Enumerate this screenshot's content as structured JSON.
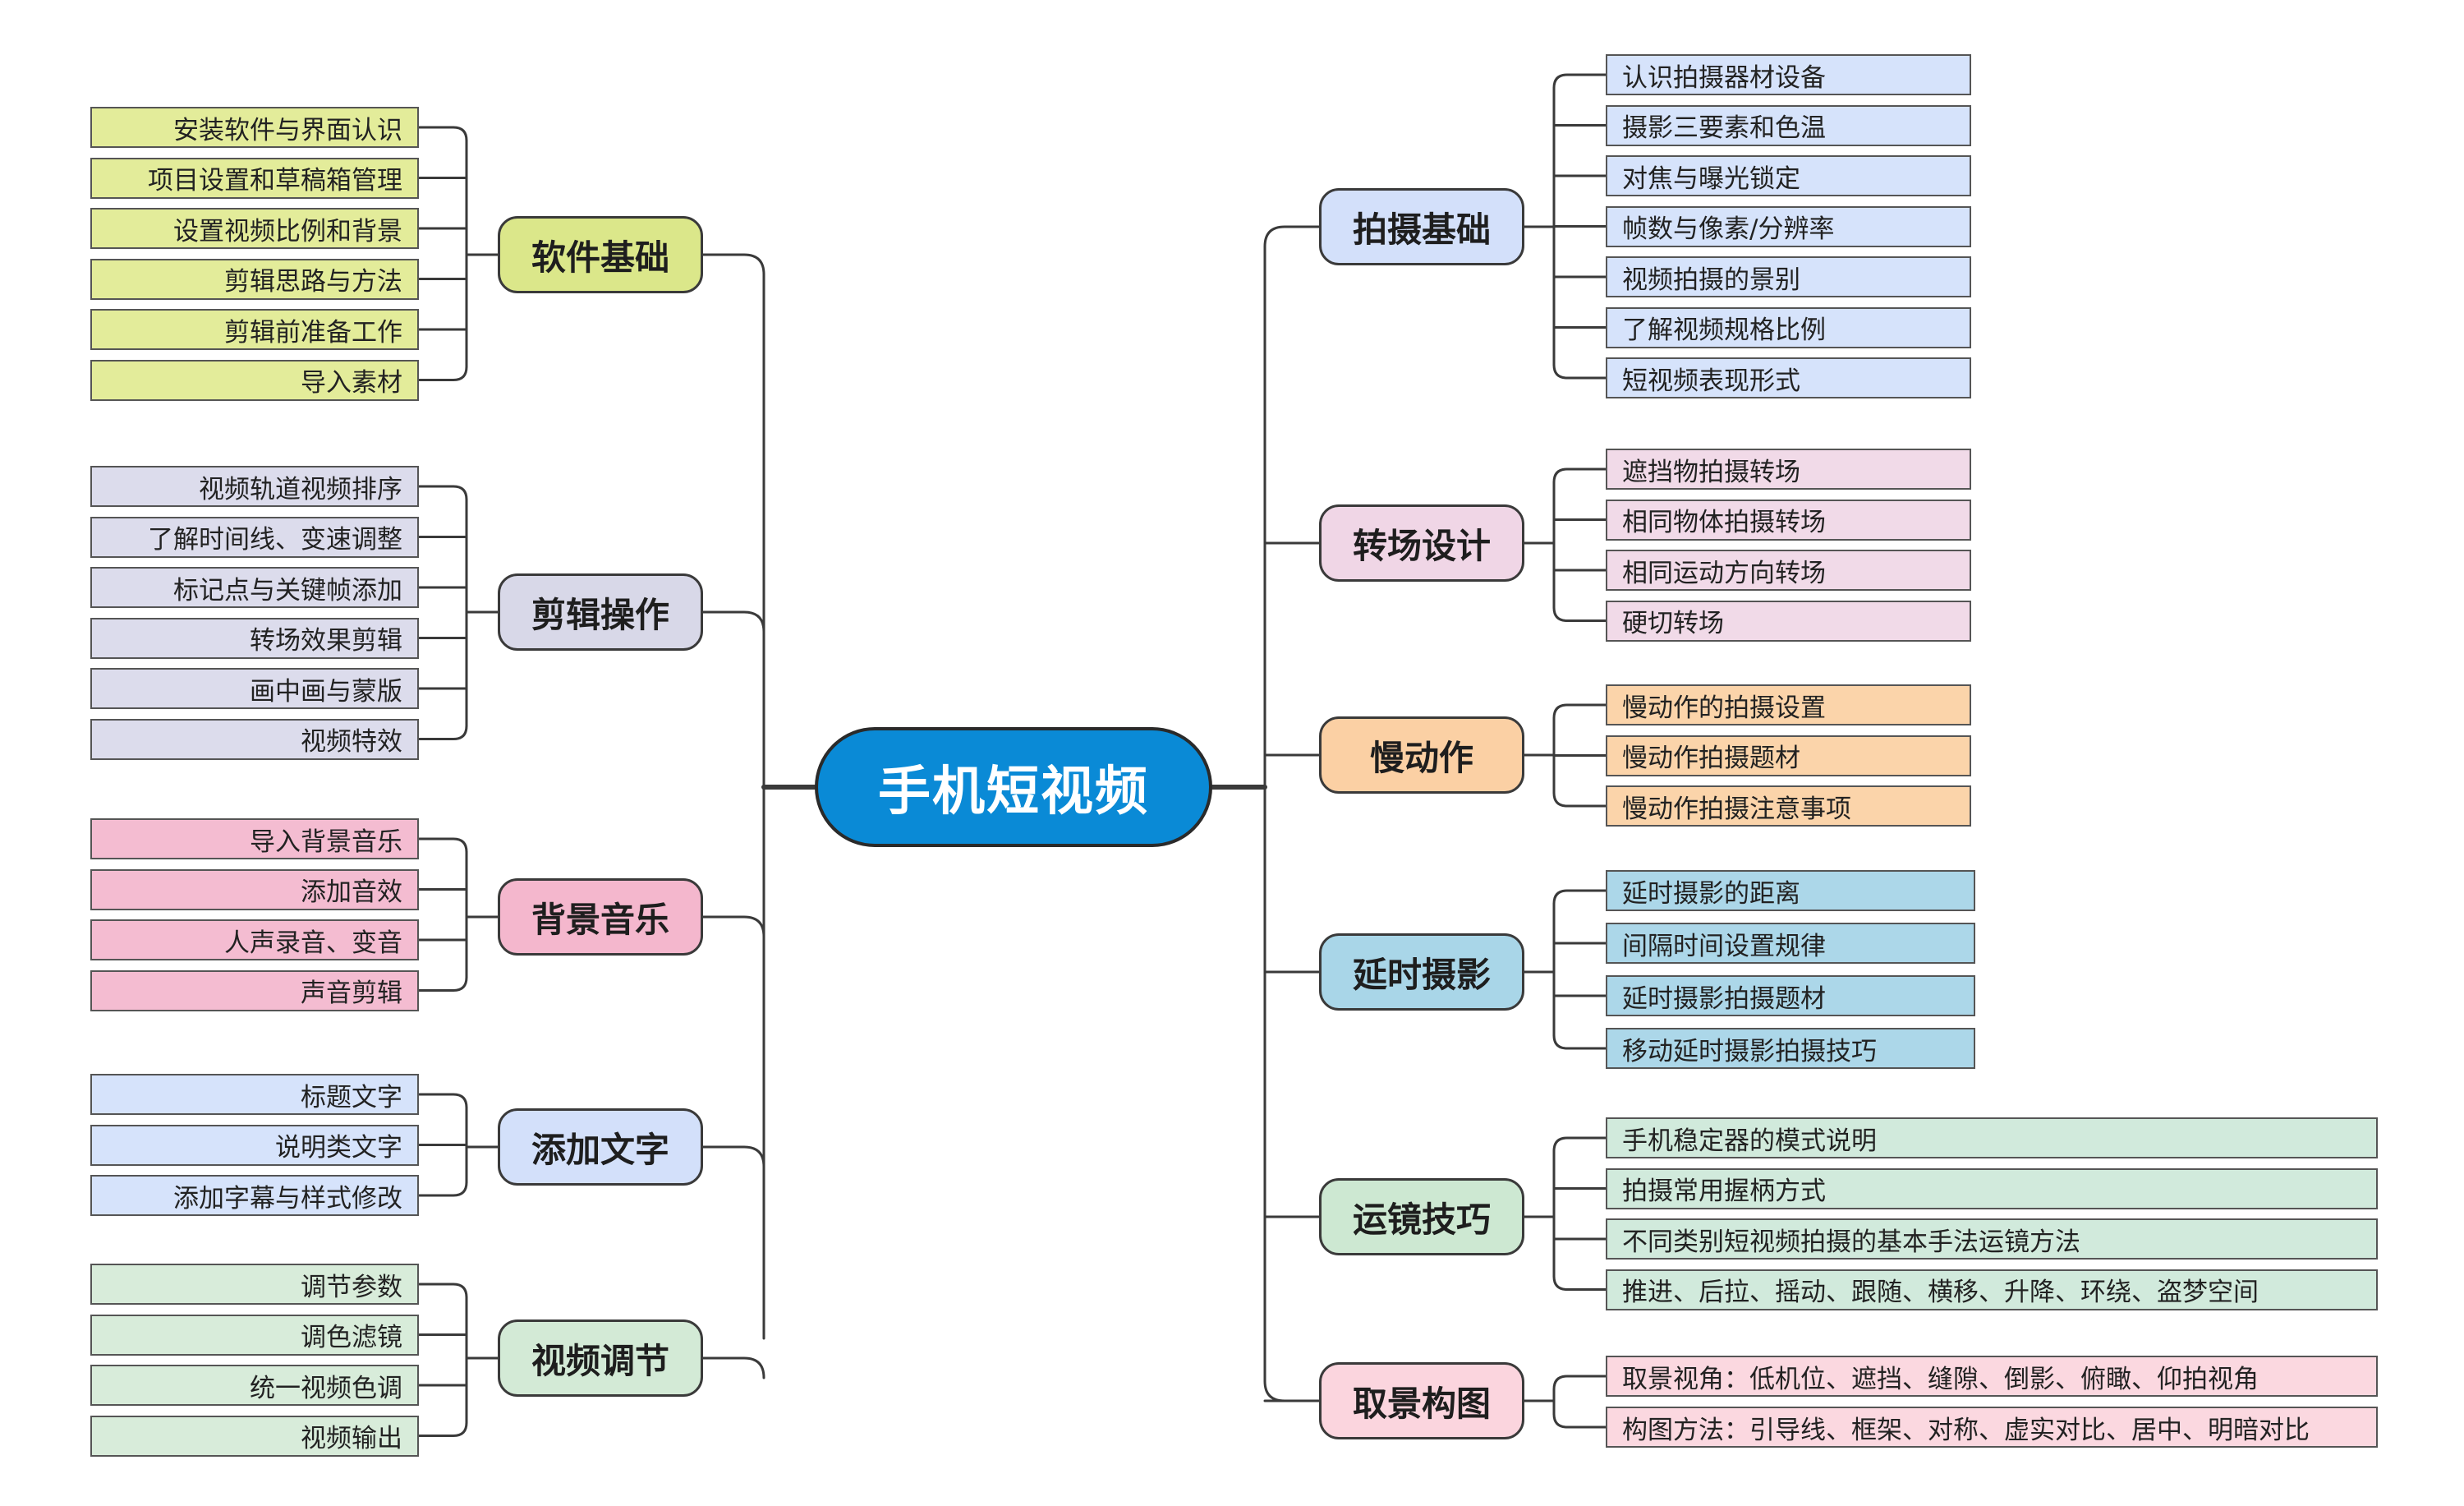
{
  "root": {
    "label": "手机短视频",
    "color": "#0a8ad6"
  },
  "left_branches": [
    {
      "label": "软件基础",
      "color": "#dbe78a",
      "leaf_color": "#e3ec9a",
      "items": [
        "安装软件与界面认识",
        "项目设置和草稿箱管理",
        "设置视频比例和背景",
        "剪辑思路与方法",
        "剪辑前准备工作",
        "导入素材"
      ]
    },
    {
      "label": "剪辑操作",
      "color": "#d8d8e8",
      "leaf_color": "#dcdcec",
      "items": [
        "视频轨道视频排序",
        "了解时间线、变速调整",
        "标记点与关键帧添加",
        "转场效果剪辑",
        "画中画与蒙版",
        "视频特效"
      ]
    },
    {
      "label": "背景音乐",
      "color": "#f4b7cd",
      "leaf_color": "#f4bcd1",
      "items": [
        "导入背景音乐",
        "添加音效",
        "人声录音、变音",
        "声音剪辑"
      ]
    },
    {
      "label": "添加文字",
      "color": "#d3e0fa",
      "leaf_color": "#d6e3fb",
      "items": [
        "标题文字",
        "说明类文字",
        "添加字幕与样式修改"
      ]
    },
    {
      "label": "视频调节",
      "color": "#d3ead6",
      "leaf_color": "#d8ecda",
      "items": [
        "调节参数",
        "调色滤镜",
        "统一视频色调",
        "视频输出"
      ]
    }
  ],
  "right_branches": [
    {
      "label": "拍摄基础",
      "color": "#d3e0fa",
      "leaf_color": "#d6e3fb",
      "items": [
        "认识拍摄器材设备",
        "摄影三要素和色温",
        "对焦与曝光锁定",
        "帧数与像素/分辨率",
        "视频拍摄的景别",
        "了解视频规格比例",
        "短视频表现形式"
      ]
    },
    {
      "label": "转场设计",
      "color": "#f0d6e6",
      "leaf_color": "#f1dae8",
      "items": [
        "遮挡物拍摄转场",
        "相同物体拍摄转场",
        "相同运动方向转场",
        "硬切转场"
      ]
    },
    {
      "label": "慢动作",
      "color": "#fbd0a4",
      "leaf_color": "#fbd4aa",
      "items": [
        "慢动作的拍摄设置",
        "慢动作拍摄题材",
        "慢动作拍摄注意事项"
      ]
    },
    {
      "label": "延时摄影",
      "color": "#a9d6e8",
      "leaf_color": "#acd7e9",
      "items": [
        "延时摄影的距离",
        "间隔时间设置规律",
        "延时摄影拍摄题材",
        "移动延时摄影拍摄技巧"
      ]
    },
    {
      "label": "运镜技巧",
      "color": "#cde8d2",
      "leaf_color": "#d1eadc",
      "items": [
        "手机稳定器的模式说明",
        "拍摄常用握柄方式",
        "不同类别短视频拍摄的基本手法运镜方法",
        "推进、后拉、摇动、跟随、横移、升降、环绕、盗梦空间"
      ]
    },
    {
      "label": "取景构图",
      "color": "#fbd5de",
      "leaf_color": "#fbd8e0",
      "items": [
        "取景视角：低机位、遮挡、缝隙、倒影、俯瞰、仰拍视角",
        "构图方法：引导线、框架、对称、虚实对比、居中、明暗对比"
      ]
    }
  ]
}
